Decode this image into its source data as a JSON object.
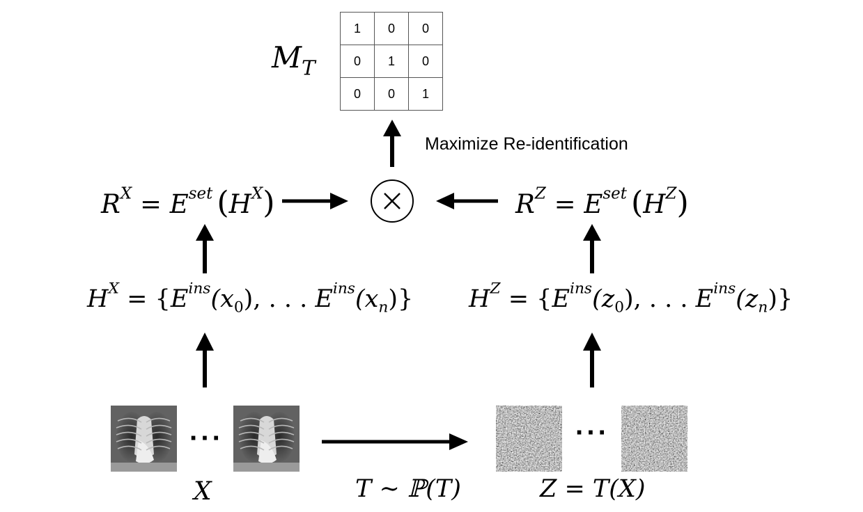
{
  "matrix": {
    "label_main": "M",
    "label_sub": "T",
    "rows": [
      [
        "1",
        "0",
        "0"
      ],
      [
        "0",
        "1",
        "0"
      ],
      [
        "0",
        "0",
        "1"
      ]
    ]
  },
  "maximize_label": "Maximize Re-identification",
  "otimes": "⊗",
  "rx": {
    "lhs": "R",
    "lhs_sup": "X",
    "eq": " = ",
    "e": "E",
    "e_sup": "set",
    "open": "(",
    "h": "H",
    "h_sup": "X",
    "close": ")"
  },
  "rz": {
    "lhs": "R",
    "lhs_sup": "Z",
    "eq": " = ",
    "e": "E",
    "e_sup": "set",
    "open": "(",
    "h": "H",
    "h_sup": "Z",
    "close": ")"
  },
  "hx": {
    "lhs": "H",
    "lhs_sup": "X",
    "eq": " = {",
    "e1": "E",
    "e1_sup": "ins",
    "arg1": "(x",
    "arg1_sub": "0",
    "mid": "), . . . ",
    "e2": "E",
    "e2_sup": "ins",
    "arg2": "(x",
    "arg2_sub": "n",
    "end": ")}"
  },
  "hz": {
    "lhs": "H",
    "lhs_sup": "Z",
    "eq": " = {",
    "e1": "E",
    "e1_sup": "ins",
    "arg1": "(z",
    "arg1_sub": "0",
    "mid": "), . . . ",
    "e2": "E",
    "e2_sup": "ins",
    "arg2": "(z",
    "arg2_sub": "n",
    "end": ")}"
  },
  "ellipsis": "···",
  "x_label": "X",
  "t_label": "T ∼ ℙ(T)",
  "z_label": "Z = T(X)"
}
